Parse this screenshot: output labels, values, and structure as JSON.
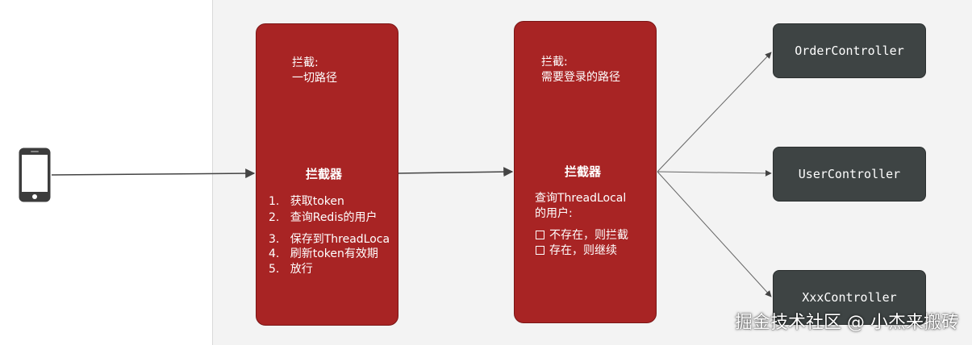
{
  "interceptor_refresh": {
    "scope_label": "拦截:",
    "scope_value": "一切路径",
    "title": "拦截器",
    "steps": [
      {
        "num": "1.",
        "text": "获取token"
      },
      {
        "num": "2.",
        "text": "查询Redis的用户"
      },
      {
        "num": "3.",
        "text": "保存到ThreadLoca"
      },
      {
        "num": "4.",
        "text": "刷新token有效期"
      },
      {
        "num": "5.",
        "text": "放行"
      }
    ]
  },
  "interceptor_login": {
    "scope_label": "拦截:",
    "scope_value": "需要登录的路径",
    "title": "拦截器",
    "desc_line1": "查询ThreadLocal",
    "desc_line2": "的用户:",
    "options": [
      "不存在，则拦截",
      "存在，则继续"
    ]
  },
  "controllers": [
    "OrderController",
    "UserController",
    "XxxController"
  ],
  "watermark": "掘金技术社区 @ 小杰来搬砖",
  "colors": {
    "interceptor_fill": "#a82424",
    "controller_fill": "#3e4444",
    "panel_bg": "#f3f3f3",
    "arrow": "#555555"
  },
  "icons": {
    "client": "smartphone-icon"
  }
}
